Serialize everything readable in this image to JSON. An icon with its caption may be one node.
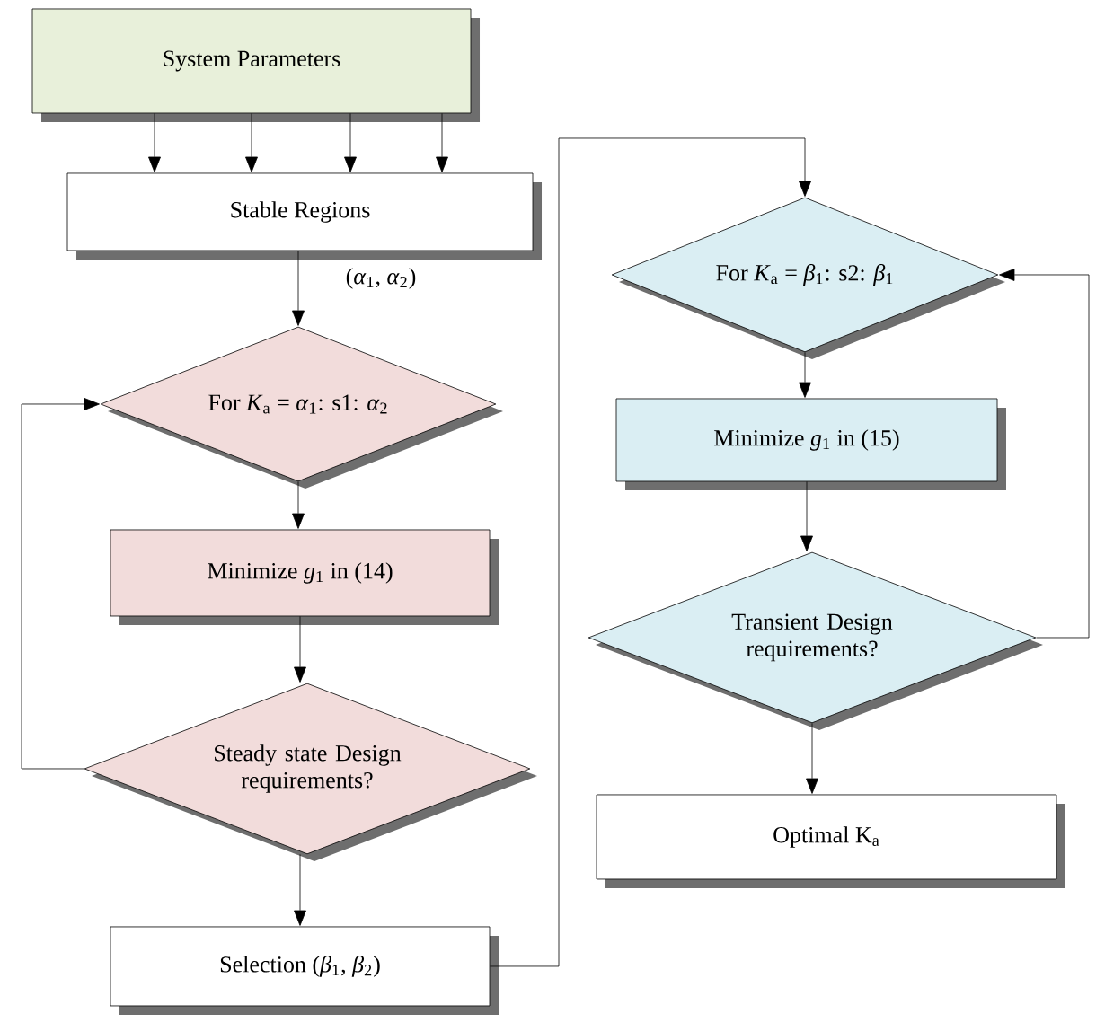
{
  "diagram": {
    "nodes": [
      {
        "text": [
          "System Parameters"
        ]
      },
      {
        "text": [
          "Stable Regions"
        ]
      },
      {
        "text": [
          "For *K*$_{a}$ = *α*$_{1}$: s1: *α*$_{2}$"
        ]
      },
      {
        "text": [
          "Minimize *g*$_{1}$ in (14)"
        ]
      },
      {
        "text": [
          "Steady state Design requirements?"
        ]
      },
      {
        "text": [
          "Selection (*β*$_{1}$, *β*$_{2}$)"
        ]
      },
      {
        "text": [
          "For *K*$_{a}$ = *β*$_{1}$: s2: *β*$_{1}$"
        ]
      },
      {
        "text": [
          "Minimize *g*$_{1}$ in (15)"
        ]
      },
      {
        "text": [
          "Transient Design requirements?"
        ]
      },
      {
        "text": [
          "Optimal K$_{a}$"
        ]
      }
    ],
    "edges": [
      {
        "from": 0,
        "to": 1,
        "arrow": "to"
      },
      {
        "from": 0,
        "to": 1,
        "arrow": "to"
      },
      {
        "from": 0,
        "to": 1,
        "arrow": "to"
      },
      {
        "from": 0,
        "to": 1,
        "arrow": "to"
      },
      {
        "from": 1,
        "to": 2,
        "arrow": "to",
        "label": "(*α*$_{1}$, *α*$_{2}$)"
      },
      {
        "from": 2,
        "to": 3,
        "arrow": "to"
      },
      {
        "from": 3,
        "to": 4,
        "arrow": "to"
      },
      {
        "from": 4,
        "to": 2,
        "arrow": "to"
      },
      {
        "from": 4,
        "to": 5,
        "arrow": "to"
      },
      {
        "from": 5,
        "to": 6,
        "arrow": "to"
      },
      {
        "from": 6,
        "to": 7,
        "arrow": "to"
      },
      {
        "from": 7,
        "to": 8,
        "arrow": "to"
      },
      {
        "from": 8,
        "to": 6,
        "arrow": "to"
      },
      {
        "from": 8,
        "to": 9,
        "arrow": "to"
      }
    ]
  }
}
